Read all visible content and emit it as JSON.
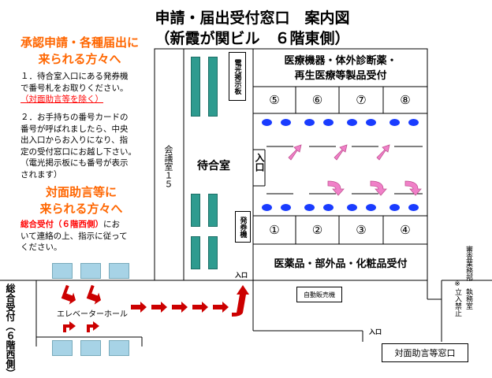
{
  "title": {
    "line1": "申請・届出受付窓口　案内図",
    "line2": "（新霞が関ビル　６階東側）"
  },
  "left_panel": {
    "heading_a_line1": "承認申請・各種届出に",
    "heading_a_line2": "来られる方々へ",
    "step1_line1": "１．待合室入口にある発券機",
    "step1_line2": "で番号札をお取りください。",
    "step1_note": "（対面助言等を除く）",
    "step2_line1": "２．お手持ちの番号カードの",
    "step2_line2": "番号が呼ばれましたら、中央",
    "step2_line3": "出入口からお入りになり、指",
    "step2_line4": "定の受付窓口にお越し下さい。",
    "step2_line5": "（電光掲示板にも番号が表示",
    "step2_line6": "されます）",
    "heading_b_line1": "対面助言等に",
    "heading_b_line2": "来られる方々へ",
    "b_highlight": "総合受付（６階西側）",
    "b_text1": "にお",
    "b_text2": "いて連絡の上、指示に従って",
    "b_text3": "ください。"
  },
  "map": {
    "meeting_room": "会議室１５",
    "waiting_room": "待合室",
    "display_board": "電光掲示板",
    "ticket_machine": "発券機",
    "entrance": "入口",
    "entrance_label": "入口",
    "upper_counter": {
      "line1": "医療機器・体外診断薬・",
      "line2": "再生医療等製品受付"
    },
    "upper_windows": [
      "⑤",
      "⑥",
      "⑦",
      "⑧"
    ],
    "lower_windows": [
      "①",
      "②",
      "③",
      "④"
    ],
    "lower_counter": "医薬品・部外品・化粧品受付",
    "vending": "自動販売機",
    "elevator_hall": "エレベーターホール",
    "general_reception": "総合受付（６階西側）",
    "review_office": "審査業務部　執務室",
    "no_entry": "※立入禁止",
    "consult_window": "対面助言等窓口"
  },
  "colors": {
    "orange": "#ff6600",
    "red": "#ff0000",
    "seat": "#2e9b8f",
    "dot": "#1a3cff",
    "arrow": "#cc0000",
    "pink": "#f080c8",
    "lift": "#a7d3e6"
  }
}
